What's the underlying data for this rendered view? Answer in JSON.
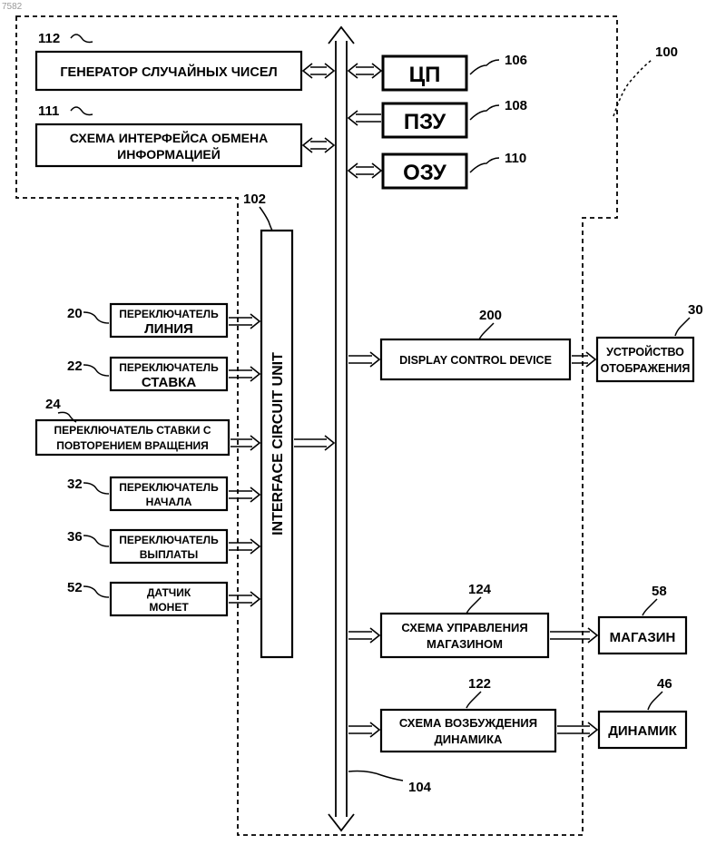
{
  "corner_label": "7582",
  "blocks": {
    "rng": "ГЕНЕРАТОР СЛУЧАЙНЫХ ЧИСЕЛ",
    "info_if_1": "СХЕМА ИНТЕРФЕЙСА ОБМЕНА",
    "info_if_2": "ИНФОРМАЦИЕЙ",
    "cpu": "ЦП",
    "rom": "ПЗУ",
    "ram": "ОЗУ",
    "interface": "INTERFACE CIRCUIT UNIT",
    "sw_line_1": "ПЕРЕКЛЮЧАТЕЛЬ",
    "sw_line_2": "ЛИНИЯ",
    "sw_bet_1": "ПЕРЕКЛЮЧАТЕЛЬ",
    "sw_bet_2": "СТАВКА",
    "sw_repeat_1": "ПЕРЕКЛЮЧАТЕЛЬ СТАВКИ С",
    "sw_repeat_2": "ПОВТОРЕНИЕМ ВРАЩЕНИЯ",
    "sw_start_1": "ПЕРЕКЛЮЧАТЕЛЬ",
    "sw_start_2": "НАЧАЛА",
    "sw_payout_1": "ПЕРЕКЛЮЧАТЕЛЬ",
    "sw_payout_2": "ВЫПЛАТЫ",
    "coin_1": "ДАТЧИК",
    "coin_2": "МОНЕТ",
    "display_ctrl": "DISPLAY CONTROL DEVICE",
    "display_1": "УСТРОЙСТВО",
    "display_2": "ОТОБРАЖЕНИЯ",
    "hopper_ctrl_1": "СХЕМА УПРАВЛЕНИЯ",
    "hopper_ctrl_2": "МАГАЗИНОМ",
    "hopper": "МАГАЗИН",
    "speaker_drv_1": "СХЕМА ВОЗБУЖДЕНИЯ",
    "speaker_drv_2": "ДИНАМИКА",
    "speaker": "ДИНАМИК"
  },
  "labels": {
    "n100": "100",
    "n102": "102",
    "n104": "104",
    "n106": "106",
    "n108": "108",
    "n110": "110",
    "n111": "111",
    "n112": "112",
    "n20": "20",
    "n22": "22",
    "n24": "24",
    "n32": "32",
    "n36": "36",
    "n52": "52",
    "n200": "200",
    "n30": "30",
    "n124": "124",
    "n58": "58",
    "n122": "122",
    "n46": "46"
  }
}
